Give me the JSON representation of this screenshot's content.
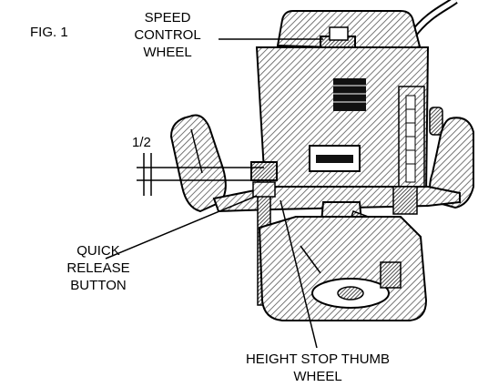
{
  "figure_label": "FIG. 1",
  "labels": {
    "speed_control": [
      "SPEED",
      "CONTROL",
      "WHEEL"
    ],
    "half": "1/2",
    "quick_release": [
      "QUICK",
      "RELEASE",
      "BUTTON"
    ],
    "height_stop": [
      "HEIGHT STOP THUMB",
      "WHEEL"
    ]
  },
  "colors": {
    "ink": "#000000",
    "hatch": "#555555",
    "paper": "#ffffff"
  }
}
